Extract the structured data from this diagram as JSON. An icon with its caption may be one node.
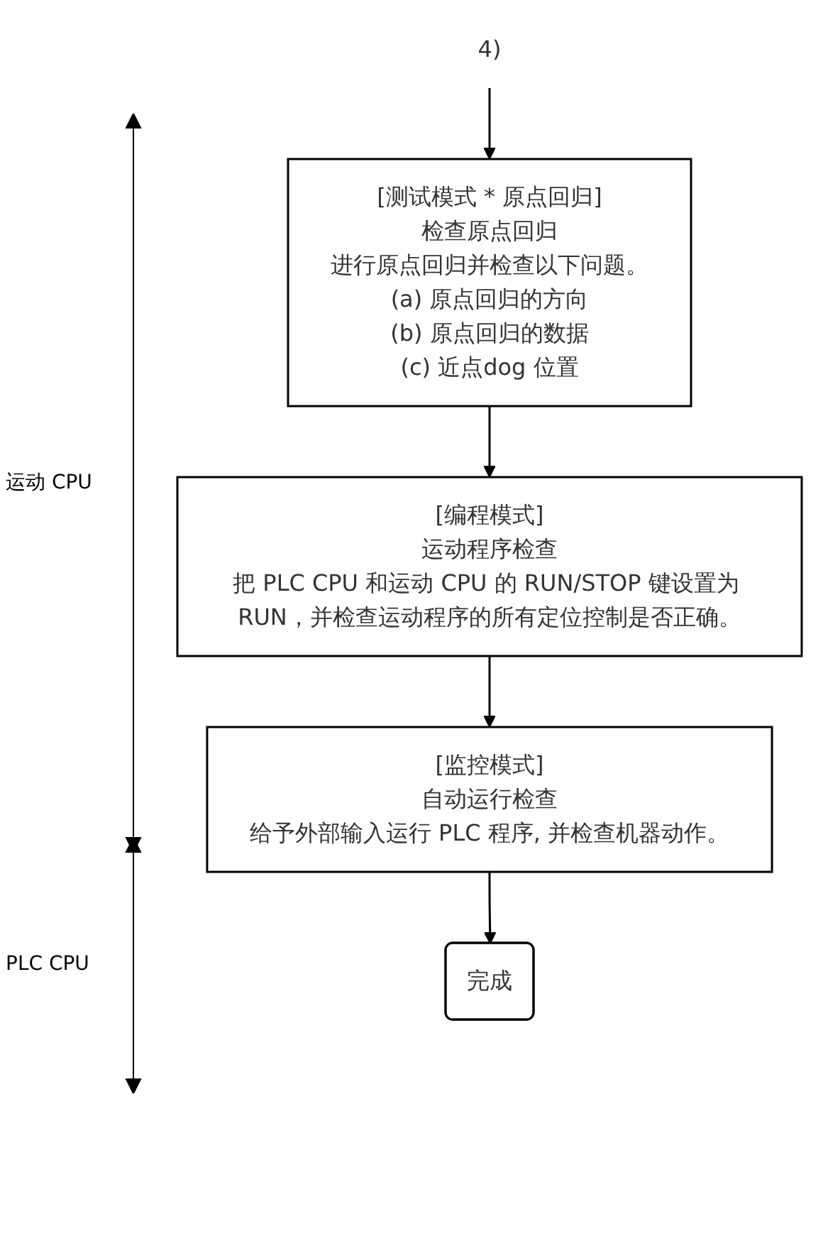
{
  "diagram": {
    "nodes": [
      {
        "text": [
          "4)"
        ]
      },
      {
        "text": [
          "[测试模式 * 原点回归]",
          "检查原点回归",
          "进行原点回归并检查以下问题。",
          "(a) 原点回归的方向",
          "(b) 原点回归的数据",
          "(c) 近点dog 位置"
        ]
      },
      {
        "text": [
          "[编程模式]",
          "运动程序检查",
          "把 PLC CPU 和运动 CPU 的 RUN/STOP 键设置为 RUN，并检查运动程序的所有定位控制是否正确。"
        ]
      },
      {
        "text": [
          "[监控模式]",
          "自动运行检查",
          "给予外部输入运行 PLC 程序, 并检查机器动作。"
        ]
      },
      {
        "text": [
          "完成"
        ]
      }
    ],
    "edges": [
      {
        "from": 0,
        "to": 1,
        "arrow": "to"
      },
      {
        "from": 1,
        "to": 2,
        "arrow": "to"
      },
      {
        "from": 2,
        "to": 3,
        "arrow": "to"
      },
      {
        "from": 3,
        "to": 4,
        "arrow": "to"
      }
    ],
    "labels": [
      "运动 CPU",
      "PLC CPU"
    ]
  }
}
